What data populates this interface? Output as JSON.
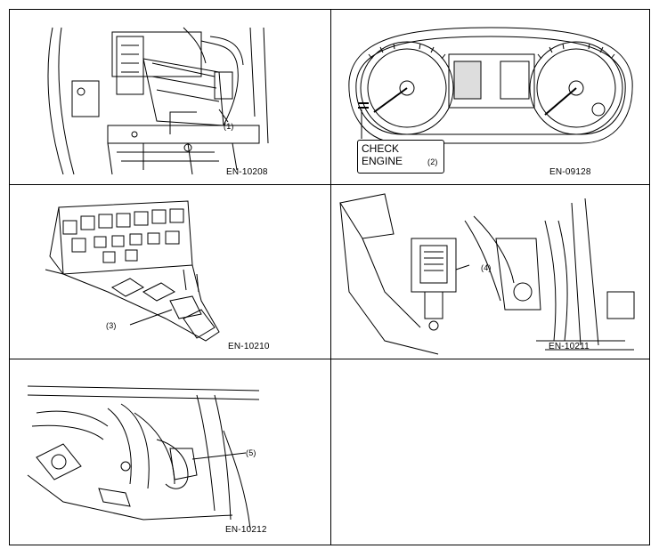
{
  "panels": [
    {
      "code": "EN-10208",
      "callouts": [
        "(1)"
      ]
    },
    {
      "code": "EN-09128",
      "callouts": [
        "(2)"
      ],
      "warning_line1": "CHECK",
      "warning_line2": "ENGINE"
    },
    {
      "code": "EN-10210",
      "callouts": [
        "(3)"
      ]
    },
    {
      "code": "EN-10211",
      "callouts": [
        "(4)"
      ]
    },
    {
      "code": "EN-10212",
      "callouts": [
        "(5)"
      ]
    }
  ]
}
